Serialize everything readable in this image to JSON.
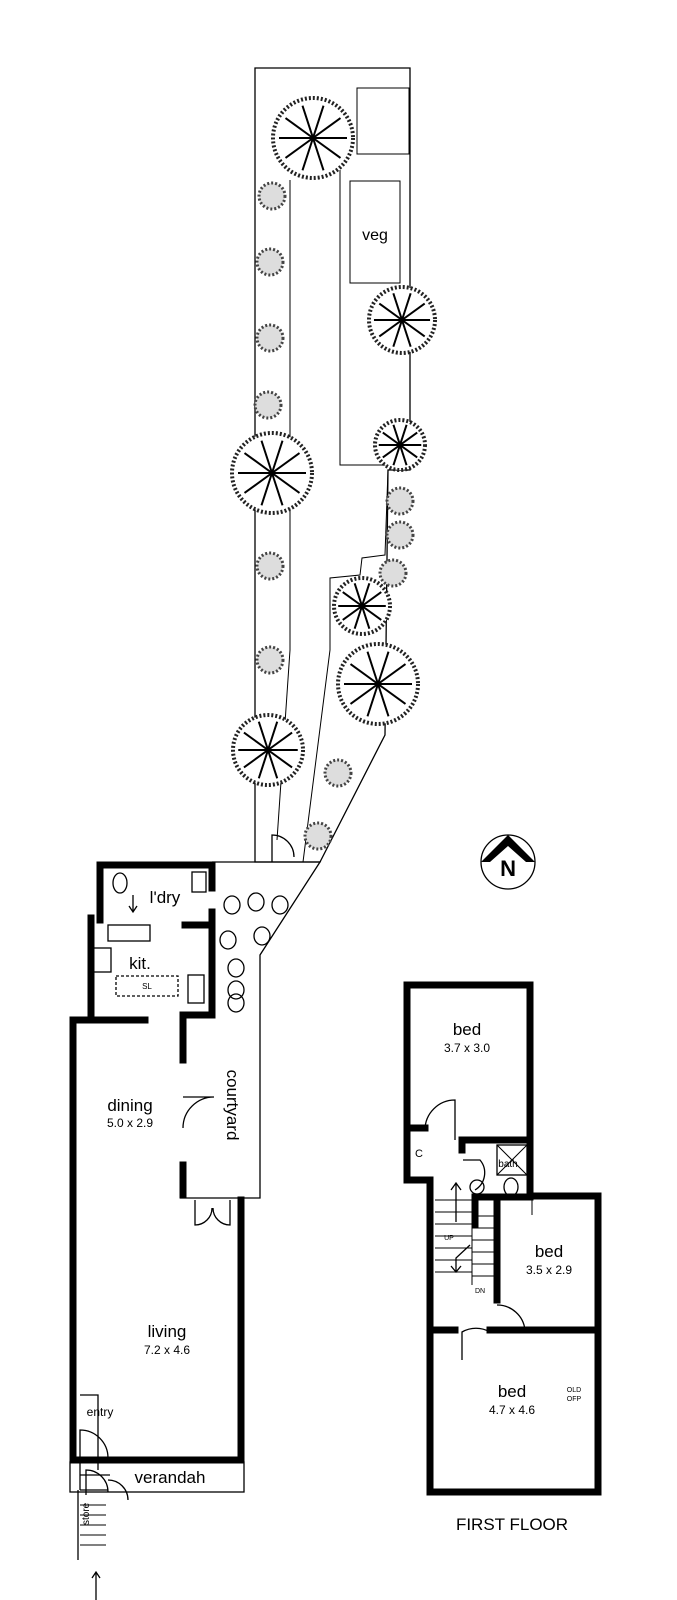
{
  "garden": {
    "veg_label": "veg"
  },
  "ground_floor": {
    "laundry": "l'dry",
    "kitchen": "kit.",
    "sl": "SL",
    "dining": {
      "name": "dining",
      "size": "5.0 x 2.9"
    },
    "courtyard": "courtyard",
    "store": "store",
    "up": "UP",
    "living": {
      "name": "living",
      "size": "7.2 x 4.6"
    },
    "entry": "entry",
    "verandah": "verandah"
  },
  "first_floor": {
    "title": "FIRST FLOOR",
    "bed1": {
      "name": "bed",
      "size": "3.7 x 3.0"
    },
    "bed2": {
      "name": "bed",
      "size": "3.5 x 2.9"
    },
    "bed3": {
      "name": "bed",
      "size": "4.7 x 4.6"
    },
    "cupboard": "C",
    "bath": "bath",
    "up": "UP",
    "dn": "DN",
    "old_ofp_1": "OLD",
    "old_ofp_2": "OFP"
  },
  "north": {
    "label": "N",
    "icon": "north-arrow-icon"
  }
}
